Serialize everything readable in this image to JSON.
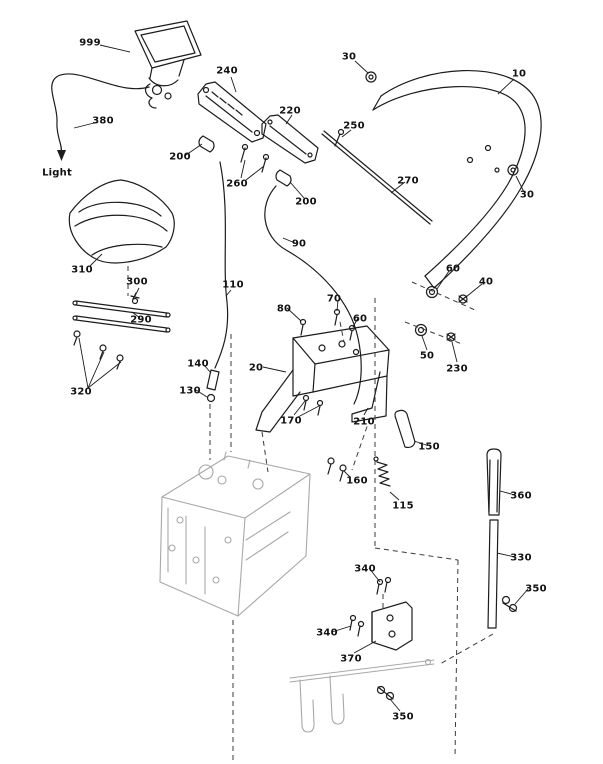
{
  "labels": [
    {
      "text": "999"
    },
    {
      "text": "380"
    },
    {
      "text": "Light"
    },
    {
      "text": "240"
    },
    {
      "text": "30"
    },
    {
      "text": "10"
    },
    {
      "text": "220"
    },
    {
      "text": "250"
    },
    {
      "text": "200"
    },
    {
      "text": "260"
    },
    {
      "text": "200"
    },
    {
      "text": "270"
    },
    {
      "text": "30"
    },
    {
      "text": "310"
    },
    {
      "text": "90"
    },
    {
      "text": "300"
    },
    {
      "text": "110"
    },
    {
      "text": "290"
    },
    {
      "text": "60"
    },
    {
      "text": "40"
    },
    {
      "text": "320"
    },
    {
      "text": "140"
    },
    {
      "text": "80"
    },
    {
      "text": "70"
    },
    {
      "text": "60"
    },
    {
      "text": "50"
    },
    {
      "text": "230"
    },
    {
      "text": "130"
    },
    {
      "text": "20"
    },
    {
      "text": "170"
    },
    {
      "text": "210"
    },
    {
      "text": "150"
    },
    {
      "text": "160"
    },
    {
      "text": "115"
    },
    {
      "text": "360"
    },
    {
      "text": "330"
    },
    {
      "text": "340"
    },
    {
      "text": "340"
    },
    {
      "text": "370"
    },
    {
      "text": "350"
    },
    {
      "text": "350"
    }
  ]
}
